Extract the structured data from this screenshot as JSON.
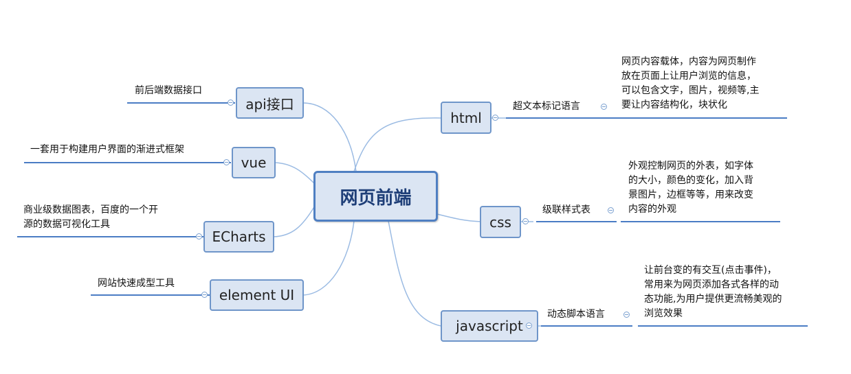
{
  "root": {
    "label": "网页前端"
  },
  "left": [
    {
      "label": "api接口",
      "detail": [
        "前后端数据接口"
      ]
    },
    {
      "label": "vue",
      "detail": [
        "一套用于构建用户界面的渐进式框架"
      ]
    },
    {
      "label": "ECharts",
      "detail": [
        "商业级数据图表，百度的一个开",
        "源的数据可视化工具"
      ]
    },
    {
      "label": "element UI",
      "detail": [
        "网站快速成型工具"
      ]
    }
  ],
  "right": [
    {
      "label": "html",
      "sub": "超文本标记语言",
      "detail": [
        "网页内容载体，内容为网页制作",
        "放在页面上让用户浏览的信息，",
        "可以包含文字，图片，视频等,主",
        "要让内容结构化，块状化"
      ]
    },
    {
      "label": "css",
      "sub": "级联样式表",
      "detail": [
        "外观控制网页的外表，如字体",
        "的大小，颜色的变化，加入背",
        "景图片，边框等等，用来改变",
        "内容的外观"
      ]
    },
    {
      "label": "javascript",
      "sub": "动态脚本语言",
      "detail": [
        "让前台变的有交互(点击事件)，",
        "常用来为网页添加各式各样的动",
        "态功能,为用户提供更流畅美观的",
        "浏览效果"
      ]
    }
  ],
  "colors": {
    "node_fill": "#dbe5f3",
    "node_border": "#6e95c9",
    "center_border": "#4f7fc2",
    "line": "#4a7cc4",
    "connector": "#9bbbe3"
  }
}
